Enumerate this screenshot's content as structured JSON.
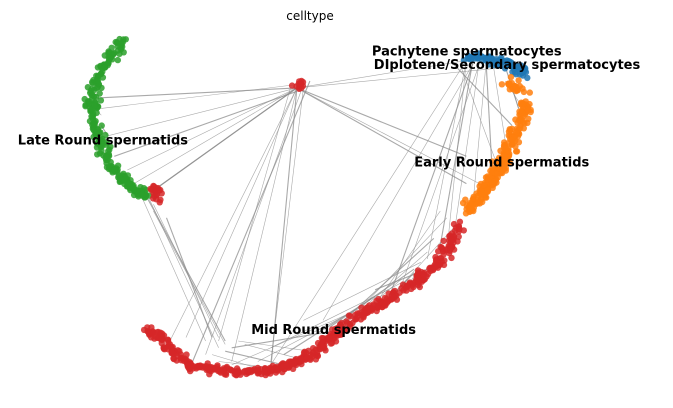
{
  "chart_data": {
    "type": "scatter",
    "title": "celltype",
    "xlabel": "",
    "ylabel": "",
    "grid": false,
    "legend": "on-data",
    "xlim": [
      0,
      100
    ],
    "ylim": [
      0,
      100
    ],
    "colors": {
      "Pachytene spermatocytes": "#1f77b4",
      "DIplotene/Secondary spermatocytes": "#ff7f0e",
      "Late Round spermatids": "#2ca02c",
      "Early Round spermatids": "#ff7f0e",
      "Mid Round spermatids": "#d62728",
      "edges": "#8c8c8c"
    },
    "categories": [
      {
        "name": "Pachytene spermatocytes",
        "color": "#1f77b4",
        "label_at": [
          55.5,
          95.5
        ],
        "path": [
          [
            70.5,
            95
          ],
          [
            73,
            94.5
          ],
          [
            75.5,
            93.5
          ],
          [
            77.5,
            92
          ],
          [
            79,
            89.5
          ]
        ],
        "spread": 0.8
      },
      {
        "name": "DIplotene/Secondary spermatocytes",
        "color": "#ff7f0e",
        "label_at": [
          55.8,
          91.5
        ],
        "path": [
          [
            76.5,
            88
          ],
          [
            78.5,
            84
          ],
          [
            79,
            80
          ],
          [
            78,
            75
          ],
          [
            77,
            70
          ],
          [
            75,
            63
          ],
          [
            73,
            57
          ],
          [
            71,
            52
          ]
        ],
        "spread": 0.9
      },
      {
        "name": "Late Round spermatids",
        "color": "#2ca02c",
        "label_at": [
          1.2,
          69.5
        ],
        "path": [
          [
            17.5,
            100
          ],
          [
            16,
            96
          ],
          [
            14,
            91
          ],
          [
            13,
            86
          ],
          [
            12.5,
            80
          ],
          [
            13,
            75
          ],
          [
            14,
            69.5
          ],
          [
            15,
            65
          ],
          [
            17,
            60
          ],
          [
            19.5,
            56
          ],
          [
            21,
            54
          ]
        ],
        "spread": 0.8
      },
      {
        "name": "Early Round spermatids",
        "color": "#ff7f0e",
        "label_at": [
          62,
          63
        ],
        "path": [
          [
            76,
            66
          ],
          [
            74.5,
            60
          ],
          [
            72.5,
            55
          ],
          [
            70,
            50
          ]
        ],
        "spread": 0.8
      },
      {
        "name": "Mid Round spermatids",
        "color": "#d62728",
        "label_at": [
          37,
          14
        ],
        "path": [
          [
            69,
            47
          ],
          [
            67.5,
            40
          ],
          [
            65,
            34
          ],
          [
            62,
            29
          ],
          [
            58,
            24
          ],
          [
            54,
            20
          ],
          [
            50,
            14
          ],
          [
            46,
            8
          ],
          [
            42,
            4
          ],
          [
            38,
            3
          ],
          [
            34,
            3
          ],
          [
            30,
            4
          ],
          [
            27,
            5
          ],
          [
            25,
            9
          ],
          [
            23,
            13
          ],
          [
            21,
            16
          ]
        ],
        "spread": 0.9
      },
      {
        "name": "Mid Round spermatids",
        "color": "#d62728",
        "label_at": null,
        "path": [
          [
            45,
            88
          ],
          [
            44,
            86
          ]
        ],
        "spread": 0.9
      },
      {
        "name": "Mid Round spermatids",
        "color": "#d62728",
        "label_at": null,
        "path": [
          [
            22,
            57
          ],
          [
            23,
            53
          ]
        ],
        "spread": 0.6
      }
    ],
    "edges": [
      [
        [
          13,
          83
        ],
        [
          44,
          86
        ]
      ],
      [
        [
          14,
          80
        ],
        [
          44,
          87
        ]
      ],
      [
        [
          15,
          72
        ],
        [
          44,
          86
        ]
      ],
      [
        [
          16,
          66
        ],
        [
          44,
          85
        ]
      ],
      [
        [
          18,
          62
        ],
        [
          44,
          86
        ]
      ],
      [
        [
          19,
          58
        ],
        [
          44,
          86
        ]
      ],
      [
        [
          22,
          56
        ],
        [
          44,
          86
        ]
      ],
      [
        [
          44,
          86
        ],
        [
          70,
          94
        ]
      ],
      [
        [
          44,
          86
        ],
        [
          76,
          92
        ]
      ],
      [
        [
          44,
          86
        ],
        [
          70,
          66
        ]
      ],
      [
        [
          44,
          86
        ],
        [
          34,
          6
        ]
      ],
      [
        [
          45,
          86
        ],
        [
          40,
          6
        ]
      ],
      [
        [
          44,
          86
        ],
        [
          40,
          4
        ]
      ],
      [
        [
          43,
          86
        ],
        [
          32,
          12
        ]
      ],
      [
        [
          44,
          86
        ],
        [
          27,
          13
        ]
      ],
      [
        [
          44,
          86
        ],
        [
          22,
          56
        ]
      ],
      [
        [
          20,
          55
        ],
        [
          30,
          12
        ]
      ],
      [
        [
          21,
          55
        ],
        [
          32,
          10
        ]
      ],
      [
        [
          21,
          54
        ],
        [
          33,
          12
        ]
      ],
      [
        [
          22,
          52
        ],
        [
          32,
          13
        ]
      ],
      [
        [
          22,
          50
        ],
        [
          33,
          11
        ]
      ],
      [
        [
          24,
          48
        ],
        [
          31,
          13
        ]
      ],
      [
        [
          70,
          94
        ],
        [
          67,
          38
        ]
      ],
      [
        [
          72,
          93
        ],
        [
          60,
          28
        ]
      ],
      [
        [
          71,
          93
        ],
        [
          58,
          24
        ]
      ],
      [
        [
          70,
          94
        ],
        [
          40,
          5
        ]
      ],
      [
        [
          71,
          93
        ],
        [
          48,
          18
        ]
      ],
      [
        [
          76,
          92
        ],
        [
          78,
          80
        ]
      ],
      [
        [
          74,
          94
        ],
        [
          76,
          70
        ]
      ],
      [
        [
          69,
          93
        ],
        [
          75,
          62
        ]
      ],
      [
        [
          68,
          93
        ],
        [
          77,
          75
        ]
      ],
      [
        [
          66,
          50
        ],
        [
          55,
          20
        ]
      ],
      [
        [
          67,
          48
        ],
        [
          54,
          22
        ]
      ],
      [
        [
          65,
          42
        ],
        [
          50,
          16
        ]
      ],
      [
        [
          64,
          38
        ],
        [
          52,
          18
        ]
      ],
      [
        [
          63,
          35
        ],
        [
          45,
          18
        ]
      ],
      [
        [
          62,
          33
        ],
        [
          49,
          16
        ]
      ],
      [
        [
          60,
          30
        ],
        [
          50,
          14
        ]
      ],
      [
        [
          58,
          27
        ],
        [
          40,
          10
        ]
      ],
      [
        [
          56,
          25
        ],
        [
          42,
          8
        ]
      ],
      [
        [
          54,
          22
        ],
        [
          38,
          6
        ]
      ],
      [
        [
          52,
          20
        ],
        [
          34,
          5
        ]
      ],
      [
        [
          50,
          15
        ],
        [
          34,
          10
        ]
      ],
      [
        [
          46,
          9
        ],
        [
          35,
          12
        ]
      ],
      [
        [
          44,
          7
        ],
        [
          36,
          11
        ]
      ],
      [
        [
          42,
          5
        ],
        [
          33,
          9
        ]
      ],
      [
        [
          41,
          4
        ],
        [
          32,
          6
        ]
      ],
      [
        [
          38,
          4
        ],
        [
          31,
          8
        ]
      ],
      [
        [
          62,
          32
        ],
        [
          58,
          24
        ]
      ],
      [
        [
          68,
          45
        ],
        [
          57,
          22
        ]
      ],
      [
        [
          62,
          31
        ],
        [
          61,
          28
        ]
      ],
      [
        [
          61,
          30
        ],
        [
          60,
          28
        ]
      ],
      [
        [
          60,
          29
        ],
        [
          57,
          26
        ]
      ],
      [
        [
          63,
          32
        ],
        [
          59,
          24
        ]
      ],
      [
        [
          64,
          33
        ],
        [
          56,
          27
        ]
      ],
      [
        [
          13,
          83
        ],
        [
          14,
          80
        ]
      ],
      [
        [
          13,
          80
        ],
        [
          14,
          78
        ]
      ],
      [
        [
          14,
          75
        ],
        [
          15,
          72
        ]
      ],
      [
        [
          76,
          88
        ],
        [
          78,
          82
        ]
      ],
      [
        [
          77,
          86
        ],
        [
          78,
          80
        ]
      ],
      [
        [
          44,
          86
        ],
        [
          70,
          58
        ]
      ],
      [
        [
          44,
          86
        ],
        [
          73,
          57
        ]
      ],
      [
        [
          45,
          87
        ],
        [
          30,
          8
        ]
      ],
      [
        [
          46,
          88
        ],
        [
          28,
          6
        ]
      ],
      [
        [
          44,
          86
        ],
        [
          24,
          10
        ]
      ],
      [
        [
          70,
          94
        ],
        [
          64,
          36
        ]
      ],
      [
        [
          71,
          94
        ],
        [
          66,
          40
        ]
      ],
      [
        [
          72,
          94
        ],
        [
          68,
          42
        ]
      ],
      [
        [
          73,
          93
        ],
        [
          71,
          52
        ]
      ],
      [
        [
          73,
          94
        ],
        [
          74,
          60
        ]
      ]
    ]
  }
}
